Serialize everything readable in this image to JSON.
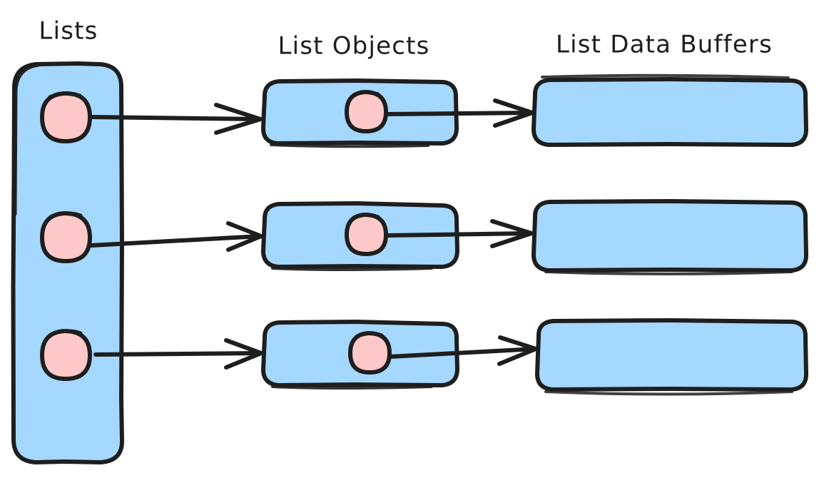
{
  "diagram": {
    "title_row": {
      "lists_label": "Lists",
      "list_objects_label": "List Objects",
      "list_data_buffers_label": "List Data Buffers"
    },
    "colors": {
      "shape_fill": "#a5d8ff",
      "pointer_fill": "#ffc9c9",
      "stroke": "#1e1e1e",
      "background": "#ffffff"
    },
    "columns": [
      {
        "name": "lists",
        "label": "Lists",
        "shape": "rounded-rectangle-tall",
        "fill": "#a5d8ff"
      },
      {
        "name": "list-objects",
        "label": "List Objects",
        "shape": "rounded-rectangle",
        "fill": "#a5d8ff"
      },
      {
        "name": "list-data-buffers",
        "label": "List Data Buffers",
        "shape": "rounded-rectangle",
        "fill": "#a5d8ff"
      }
    ],
    "rows": [
      {
        "index": 1,
        "list_pointer": {
          "name": "list-pointer-1",
          "fill": "#ffc9c9"
        },
        "list_object": {
          "name": "list-object-1",
          "fill": "#a5d8ff"
        },
        "object_pointer": {
          "name": "object-pointer-1",
          "fill": "#ffc9c9"
        },
        "data_buffer": {
          "name": "list-data-buffer-1",
          "fill": "#a5d8ff"
        },
        "arrow_a": "list-pointer-1-to-list-object-1",
        "arrow_b": "object-pointer-1-to-data-buffer-1"
      },
      {
        "index": 2,
        "list_pointer": {
          "name": "list-pointer-2",
          "fill": "#ffc9c9"
        },
        "list_object": {
          "name": "list-object-2",
          "fill": "#a5d8ff"
        },
        "object_pointer": {
          "name": "object-pointer-2",
          "fill": "#ffc9c9"
        },
        "data_buffer": {
          "name": "list-data-buffer-2",
          "fill": "#a5d8ff"
        },
        "arrow_a": "list-pointer-2-to-list-object-2",
        "arrow_b": "object-pointer-2-to-data-buffer-2"
      },
      {
        "index": 3,
        "list_pointer": {
          "name": "list-pointer-3",
          "fill": "#ffc9c9"
        },
        "list_object": {
          "name": "list-object-3",
          "fill": "#a5d8ff"
        },
        "object_pointer": {
          "name": "object-pointer-3",
          "fill": "#ffc9c9"
        },
        "data_buffer": {
          "name": "list-data-buffer-3",
          "fill": "#a5d8ff"
        },
        "arrow_a": "list-pointer-3-to-list-object-3",
        "arrow_b": "object-pointer-3-to-data-buffer-3"
      }
    ]
  }
}
